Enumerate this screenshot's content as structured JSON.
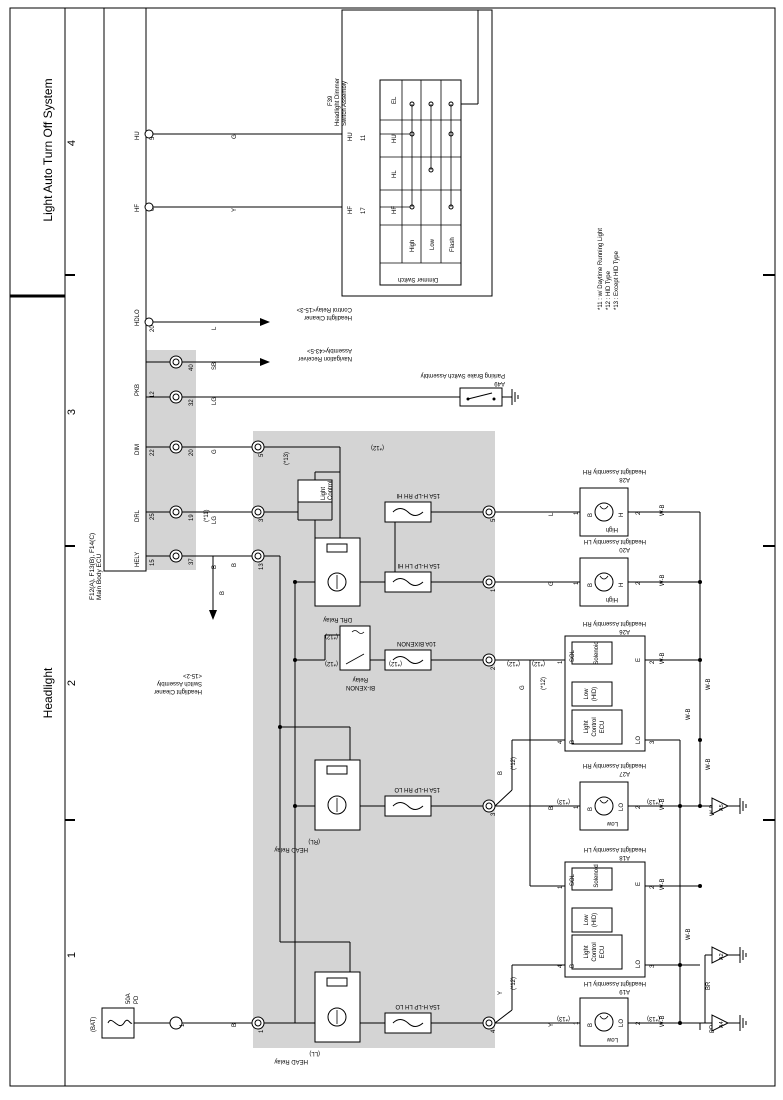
{
  "header": {
    "section_left": "Headlight",
    "section_right": "Light Auto Turn Off System",
    "zone_numbers": [
      "1",
      "2",
      "3",
      "4"
    ]
  },
  "ecu": {
    "label_lines": [
      "F12(A), F13(B), F14(C)",
      "Main Body ECU"
    ],
    "terminals": [
      {
        "name": "HELY",
        "pin": "15"
      },
      {
        "name": "DRL",
        "pin": "25"
      },
      {
        "name": "DIM",
        "pin": "22"
      },
      {
        "name": "PKB",
        "pin": "12"
      },
      {
        "name": "HDLO",
        "pin": "20"
      },
      {
        "name": "HF",
        "pin": "6"
      },
      {
        "name": "HU",
        "pin": "5"
      }
    ]
  },
  "wire_colors": {
    "hely": "B",
    "drl": "LG",
    "dim": "G",
    "pkb": "LG",
    "nav": "SB",
    "hdlo": "L",
    "hf": "Y",
    "hu": "G",
    "ground": "W-B",
    "br": "BR",
    "y": "Y",
    "b": "B",
    "g": "G",
    "l": "L"
  },
  "connectors": {
    "j_hely": "37",
    "j_drl": "19",
    "j_dim": "20",
    "j_pkb": "32",
    "j_nav": "40",
    "c13": "13",
    "c3": "3",
    "c5": "5",
    "c1": "1",
    "f_lhlo": "4",
    "f_rhlo": "3",
    "f_bix": "2",
    "f_lhhi": "1",
    "f_rhhi": "5",
    "bat_pin": "1"
  },
  "fuse_block": {
    "bat": "(BAT)",
    "pd_lines": [
      "50A",
      "PD"
    ]
  },
  "fuses": {
    "h_lp_lh_lo": "15A H-LP LH LO",
    "h_lp_rh_lo": "15A H-LP RH LO",
    "bixenon": "10A BIXENON",
    "h_lp_lh_hi": "15A H-LP LH HI",
    "h_lp_rh_hi": "15A H-LP RH HI"
  },
  "relays": {
    "head_ll": [
      "HEAD Relay",
      "(LL)"
    ],
    "head_rl": [
      "HEAD Relay",
      "(RL)"
    ],
    "bixenon": [
      "BI-XENON",
      "Relay"
    ],
    "drl": "DRL Relay",
    "light_control": [
      "Light",
      "Control"
    ]
  },
  "notes_marks": {
    "n11": "(*11)",
    "n12": "(*12)",
    "n13": "(*13)"
  },
  "external": {
    "headlight_cleaner_switch": [
      "Headlight Cleaner",
      "Switch Assembly",
      "<15-2>"
    ],
    "headlight_cleaner_relay": [
      "Headlight Cleaner",
      "Control Relay<15-3>"
    ],
    "navigation_receiver": [
      "Navigation Receiver",
      "Assembly<43-5>"
    ],
    "parking_brake_switch": [
      "A49",
      "Parking Brake Switch Assembly"
    ]
  },
  "dimmer_switch": {
    "label_lines": [
      "F39",
      "Headlight Dimmer",
      "Switch Assembly"
    ],
    "columns": [
      "HF",
      "HL",
      "HU",
      "EL"
    ],
    "rows": [
      "High",
      "Low",
      "Flash"
    ],
    "title": "Dimmer Switch",
    "pin_hf": "17",
    "pin_hu": "11"
  },
  "headlights": {
    "a19": {
      "id": "A19",
      "name": "Headlight Assembly LH",
      "beam": "Low",
      "pins": [
        "1",
        "2"
      ],
      "terms": [
        "B",
        "LO"
      ]
    },
    "a27": {
      "id": "A27",
      "name": "Headlight Assembly RH",
      "beam": "Low",
      "pins": [
        "1",
        "2"
      ],
      "terms": [
        "B",
        "LO"
      ]
    },
    "a20": {
      "id": "A20",
      "name": "Headlight Assembly LH",
      "beam": "High",
      "pins": [
        "1",
        "2"
      ],
      "terms": [
        "B",
        "H"
      ]
    },
    "a28": {
      "id": "A28",
      "name": "Headlight Assembly RH",
      "beam": "High",
      "pins": [
        "1",
        "2"
      ],
      "terms": [
        "B",
        "H"
      ]
    },
    "a18": {
      "id": "A18",
      "name": "Headlight Assembly LH",
      "ecu": [
        "Light",
        "Control",
        "ECU"
      ],
      "low_hid": [
        "Low",
        "(HID)"
      ],
      "solenoid": "Solenoid",
      "terms": [
        "SOL",
        "E",
        "B",
        "LO"
      ],
      "pins": [
        "1",
        "2",
        "4",
        "3"
      ]
    },
    "a26": {
      "id": "A26",
      "name": "Headlight Assembly RH",
      "ecu": [
        "Light",
        "Control",
        "ECU"
      ],
      "low_hid": [
        "Low",
        "(HID)"
      ],
      "solenoid": "Solenoid",
      "terms": [
        "SOL",
        "E",
        "B",
        "LO"
      ],
      "pins": [
        "1",
        "2",
        "4",
        "3"
      ]
    }
  },
  "grounds": {
    "a4": "A4",
    "a2": "A2",
    "a5": "A5"
  },
  "footnotes": [
    "*11 : w/ Daytime Running Light",
    "*12 : HID Type",
    "*13 : Except HID Type"
  ]
}
